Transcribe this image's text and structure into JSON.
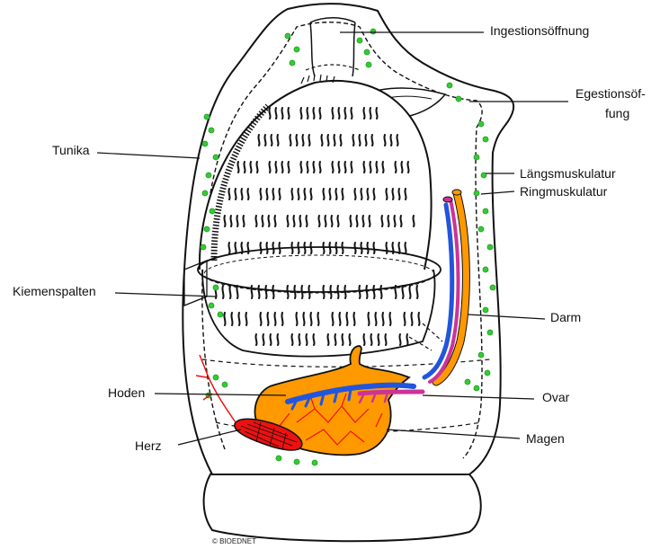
{
  "labels": {
    "ingestion": "Ingestionsöffnung",
    "egestion_1": "Egestionsöf-",
    "egestion_2": "fung",
    "tunika": "Tunika",
    "laengsmuskulatur": "Längsmuskulatur",
    "ringmuskulatur": "Ringmuskulatur",
    "kiemenspalten": "Kiemenspalten",
    "darm": "Darm",
    "hoden": "Hoden",
    "ovar": "Ovar",
    "herz": "Herz",
    "magen": "Magen"
  },
  "credit": "© BIOEDNET",
  "colors": {
    "outline": "#111111",
    "muscle_green": "#33cc33",
    "stomach_orange": "#ff9900",
    "intestine_blue": "#2255dd",
    "intestine_pink": "#cc3399",
    "heart_red": "#ee1111"
  }
}
